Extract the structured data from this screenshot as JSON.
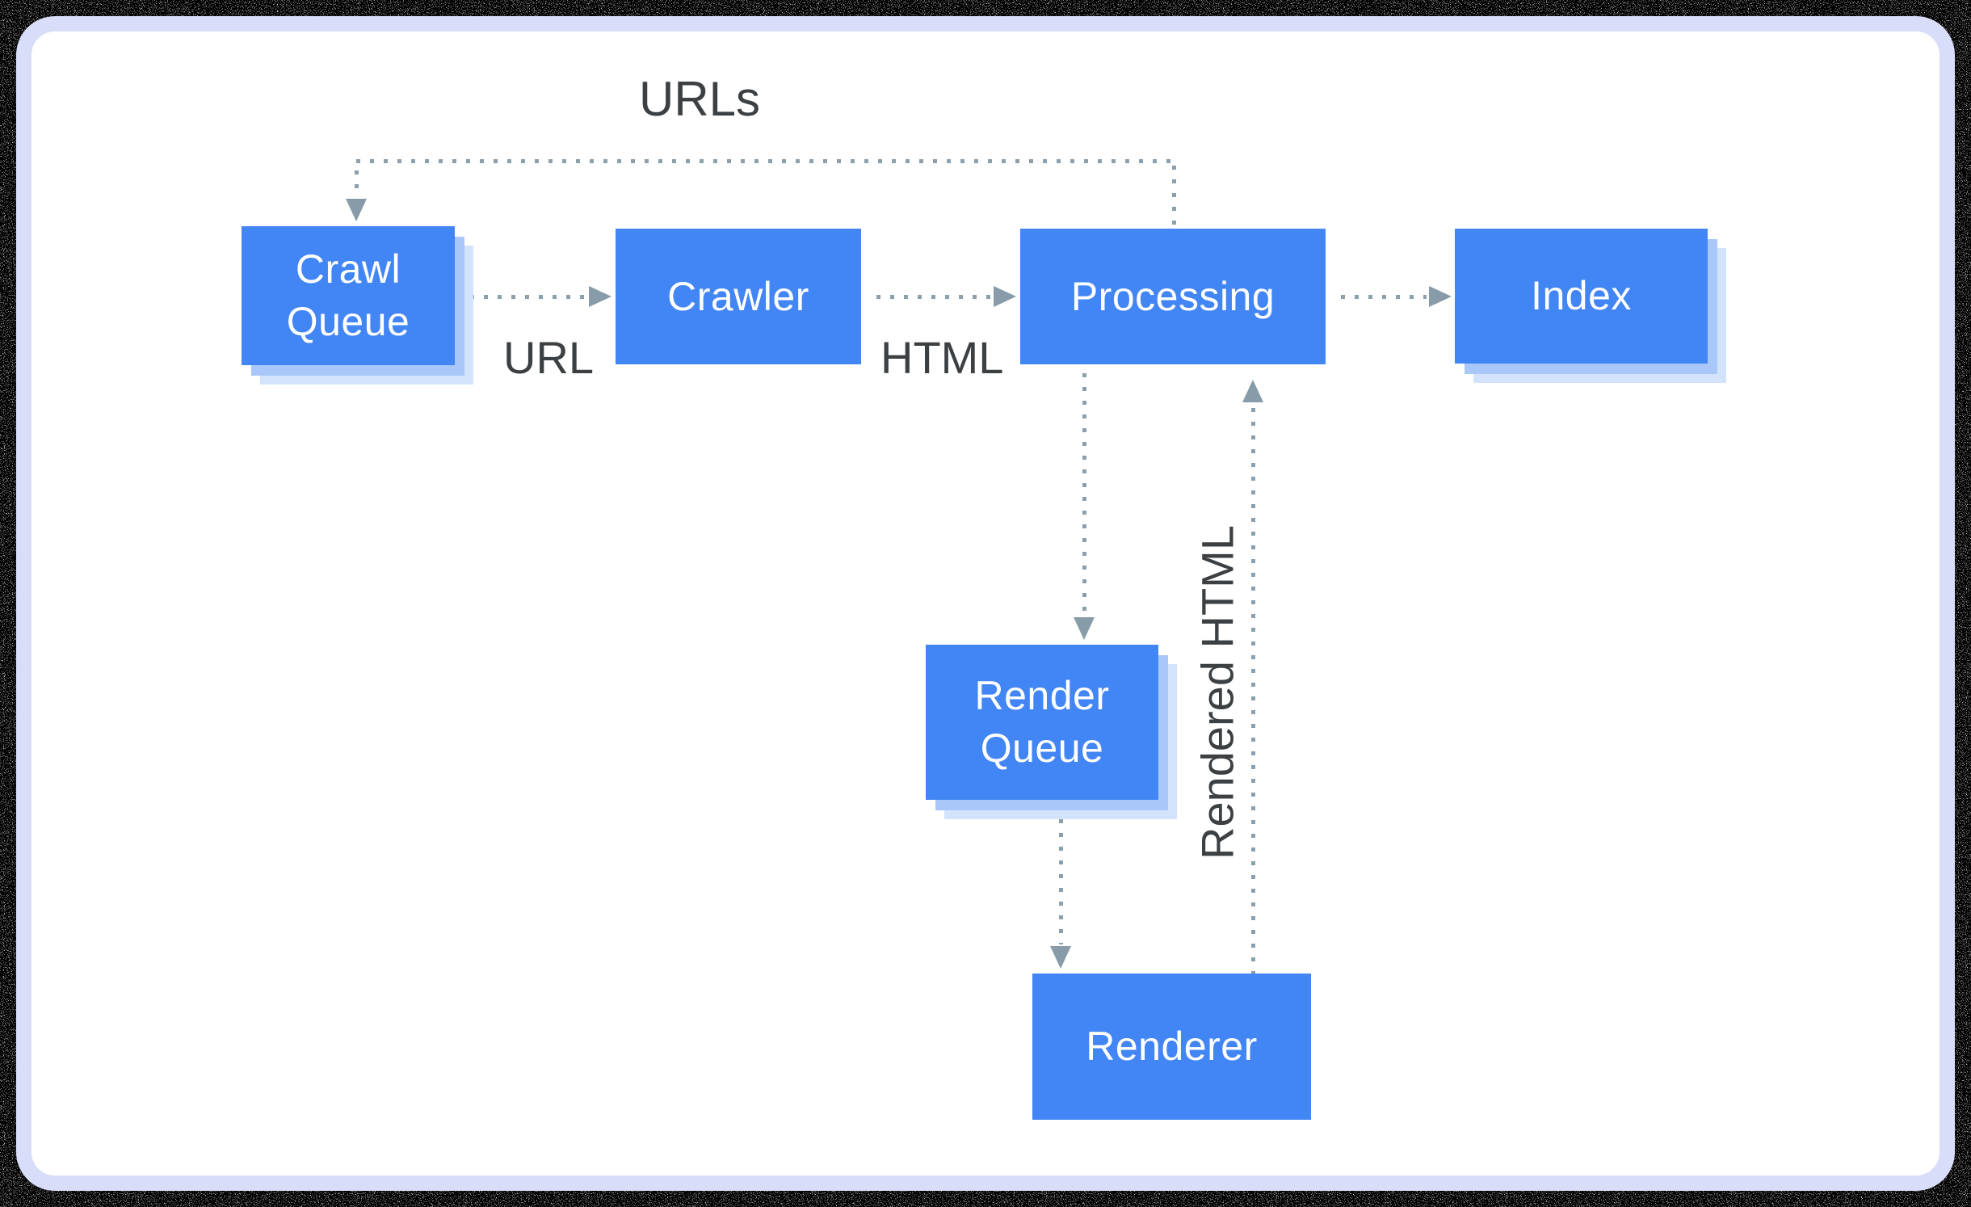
{
  "diagram": {
    "title_hint": "crawl-render-index pipeline",
    "nodes": [
      {
        "id": "crawl-queue",
        "label": "Crawl Queue",
        "stacked_shadow": true
      },
      {
        "id": "crawler",
        "label": "Crawler",
        "stacked_shadow": false
      },
      {
        "id": "processing",
        "label": "Processing",
        "stacked_shadow": false
      },
      {
        "id": "index",
        "label": "Index",
        "stacked_shadow": true
      },
      {
        "id": "render-queue",
        "label": "Render Queue",
        "stacked_shadow": true
      },
      {
        "id": "renderer",
        "label": "Renderer",
        "stacked_shadow": false
      }
    ],
    "edges": [
      {
        "from": "processing",
        "to": "crawl-queue",
        "label": "URLs",
        "style": "dotted"
      },
      {
        "from": "crawl-queue",
        "to": "crawler",
        "label": "URL",
        "style": "dotted"
      },
      {
        "from": "crawler",
        "to": "processing",
        "label": "HTML",
        "style": "dotted"
      },
      {
        "from": "processing",
        "to": "index",
        "label": "",
        "style": "dotted"
      },
      {
        "from": "processing",
        "to": "render-queue",
        "label": "",
        "style": "dotted"
      },
      {
        "from": "render-queue",
        "to": "renderer",
        "label": "",
        "style": "dotted"
      },
      {
        "from": "renderer",
        "to": "processing",
        "label": "Rendered HTML",
        "style": "dotted"
      }
    ],
    "colors": {
      "node_fill": "#4285F4",
      "node_text": "#FFFFFF",
      "stack_shadow_inner": "#A9C7F9",
      "stack_shadow_outer": "#D3E3FC",
      "connector_dots": "#8BA0AC",
      "arrowhead": "#879CA8",
      "edge_label_text": "#3C4043",
      "card_background": "#FFFFFF",
      "card_border": "#D8DEF9",
      "outer_background": "#000000"
    }
  }
}
